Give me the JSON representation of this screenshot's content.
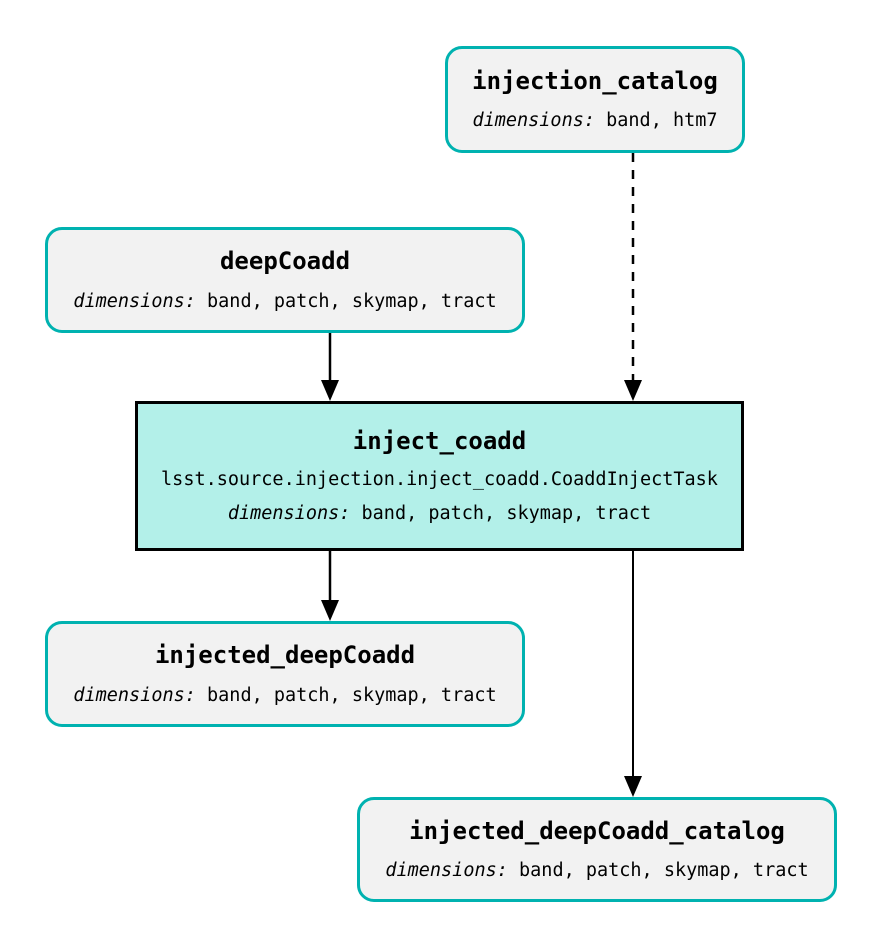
{
  "diagram": {
    "type": "pipeline-graph",
    "colors": {
      "background": "#ffffff",
      "dataset_border": "#00b2b0",
      "dataset_fill": "#f2f2f2",
      "task_border": "#000000",
      "task_fill": "#b3f0e9",
      "edge": "#000000",
      "text": "#000000"
    },
    "nodes": {
      "injection_catalog": {
        "kind": "dataset",
        "title": "injection_catalog",
        "dimensions_label": "dimensions:",
        "dimensions_value": "band, htm7"
      },
      "deepCoadd": {
        "kind": "dataset",
        "title": "deepCoadd",
        "dimensions_label": "dimensions:",
        "dimensions_value": "band, patch, skymap, tract"
      },
      "inject_coadd": {
        "kind": "task",
        "title": "inject_coadd",
        "task_class": "lsst.source.injection.inject_coadd.CoaddInjectTask",
        "dimensions_label": "dimensions:",
        "dimensions_value": "band, patch, skymap, tract"
      },
      "injected_deepCoadd": {
        "kind": "dataset",
        "title": "injected_deepCoadd",
        "dimensions_label": "dimensions:",
        "dimensions_value": "band, patch, skymap, tract"
      },
      "injected_deepCoadd_catalog": {
        "kind": "dataset",
        "title": "injected_deepCoadd_catalog",
        "dimensions_label": "dimensions:",
        "dimensions_value": "band, patch, skymap, tract"
      }
    },
    "edges": [
      {
        "from": "injection_catalog",
        "to": "inject_coadd",
        "style": "dashed"
      },
      {
        "from": "deepCoadd",
        "to": "inject_coadd",
        "style": "solid"
      },
      {
        "from": "inject_coadd",
        "to": "injected_deepCoadd",
        "style": "solid"
      },
      {
        "from": "inject_coadd",
        "to": "injected_deepCoadd_catalog",
        "style": "solid"
      }
    ]
  }
}
